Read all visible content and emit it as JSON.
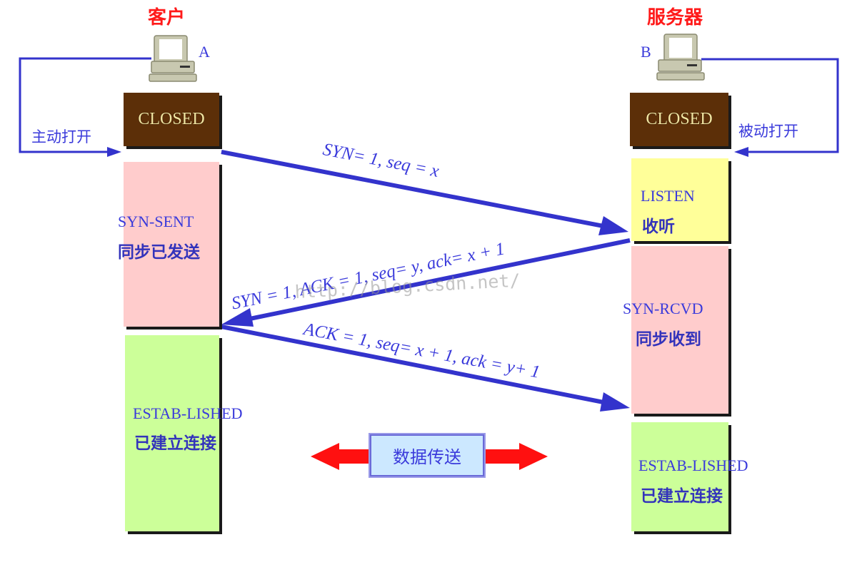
{
  "client": {
    "title": "客户",
    "host_letter": "A",
    "open_label": "主动打开",
    "states": {
      "closed": "CLOSED",
      "syn_sent_en": "SYN-SENT",
      "syn_sent_zh": "同步已发送",
      "established_en": "ESTAB-LISHED",
      "established_zh": "已建立连接"
    }
  },
  "server": {
    "title": "服务器",
    "host_letter": "B",
    "open_label": "被动打开",
    "states": {
      "closed": "CLOSED",
      "listen_en": "LISTEN",
      "listen_zh": "收听",
      "syn_rcvd_en": "SYN-RCVD",
      "syn_rcvd_zh": "同步收到",
      "established_en": "ESTAB-LISHED",
      "established_zh": "已建立连接"
    }
  },
  "messages": [
    {
      "label": "SYN= 1, seq = x",
      "direction": "client-to-server"
    },
    {
      "label": "SYN = 1, ACK = 1, seq= y, ack= x + 1",
      "direction": "server-to-client"
    },
    {
      "label": "ACK = 1, seq= x + 1, ack = y+ 1",
      "direction": "client-to-server"
    }
  ],
  "data_transfer": {
    "label": "数据传送"
  },
  "watermark": "http://blog.csdn.net/",
  "colors": {
    "title": "#ff1a1a",
    "arrow": "#3333cc",
    "closed_bg": "#5c2f08",
    "syn_bg": "#ffcccc",
    "listen_bg": "#ffff99",
    "established_bg": "#ccff99",
    "data_arrow": "#ff1010"
  }
}
